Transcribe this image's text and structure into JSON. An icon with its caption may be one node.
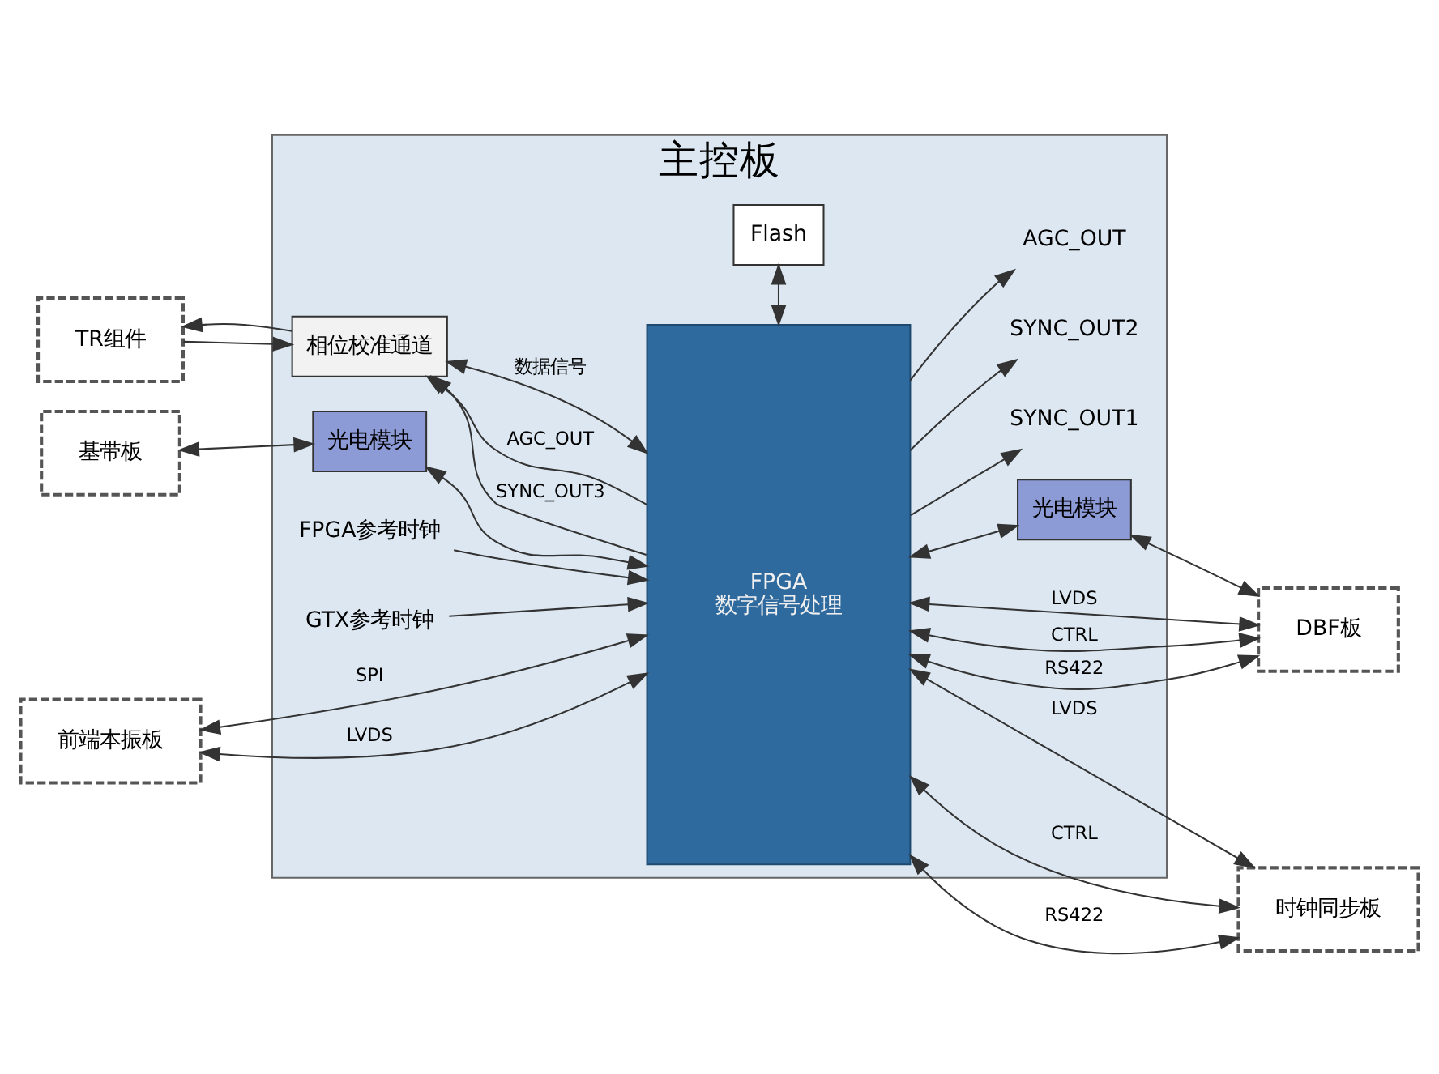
{
  "diagram": {
    "nodes": [
      {
        "text": [
          "主控板"
        ]
      },
      {
        "text": [
          "FPGA",
          "数字信号处理"
        ],
        "in": 0
      },
      {
        "text": [
          "光电模块"
        ],
        "in": 0
      },
      {
        "text": [
          "光电模块"
        ],
        "in": 0
      },
      {
        "text": [
          "相位校准通道"
        ],
        "in": 0
      },
      {
        "text": [
          "Flash"
        ],
        "in": 0
      },
      {
        "text": [
          "基带板"
        ]
      },
      {
        "text": [
          "DBF板"
        ]
      },
      {
        "text": [
          "TR组件"
        ]
      },
      {
        "text": [
          "时钟同步板"
        ]
      },
      {
        "text": [
          "前端本振板"
        ]
      },
      {
        "text": [
          "FPGA参考时钟"
        ],
        "in": 0
      },
      {
        "text": [
          "GTX参考时钟"
        ],
        "in": 0
      },
      {
        "text": [
          "SYNC_OUT1"
        ],
        "in": 0
      },
      {
        "text": [
          "SYNC_OUT2"
        ],
        "in": 0
      },
      {
        "text": [
          "AGC_OUT"
        ],
        "in": 0
      }
    ],
    "edges": [
      {
        "from": 11,
        "to": 1,
        "arrow": "to"
      },
      {
        "from": 12,
        "to": 1,
        "arrow": "to"
      },
      {
        "from": 1,
        "to": 13,
        "arrow": "to"
      },
      {
        "from": 6,
        "to": 2,
        "arrow": "both"
      },
      {
        "from": 2,
        "to": 1,
        "arrow": "both"
      },
      {
        "from": 1,
        "to": 3,
        "arrow": "both"
      },
      {
        "from": 3,
        "to": 7,
        "arrow": "both"
      },
      {
        "from": 1,
        "to": 7,
        "label": "LVDS",
        "arrow": "both"
      },
      {
        "from": 1,
        "to": 7,
        "label": "CTRL",
        "arrow": "both"
      },
      {
        "from": 1,
        "to": 7,
        "label": "RS422",
        "arrow": "both"
      },
      {
        "from": 1,
        "to": 14,
        "arrow": "to"
      },
      {
        "from": 1,
        "to": 15,
        "arrow": "to"
      },
      {
        "from": 1,
        "to": 9,
        "label": "LVDS",
        "arrow": "both"
      },
      {
        "from": 1,
        "to": 9,
        "label": "CTRL",
        "arrow": "both"
      },
      {
        "from": 1,
        "to": 9,
        "label": "RS422",
        "arrow": "both"
      },
      {
        "from": 4,
        "to": 1,
        "label": "数据信号",
        "arrow": "both"
      },
      {
        "from": 1,
        "to": 4,
        "label": "SYNC_OUT3",
        "arrow": "to"
      },
      {
        "from": 1,
        "to": 4,
        "label": "AGC_OUT",
        "arrow": "to"
      },
      {
        "from": 8,
        "to": 4,
        "arrow": "to"
      },
      {
        "from": 4,
        "to": 8,
        "arrow": "to"
      },
      {
        "from": 10,
        "to": 1,
        "label": "SPI",
        "arrow": "both"
      },
      {
        "from": 10,
        "to": 1,
        "label": "LVDS",
        "arrow": "both"
      },
      {
        "from": 1,
        "to": 5,
        "arrow": "both"
      }
    ]
  }
}
